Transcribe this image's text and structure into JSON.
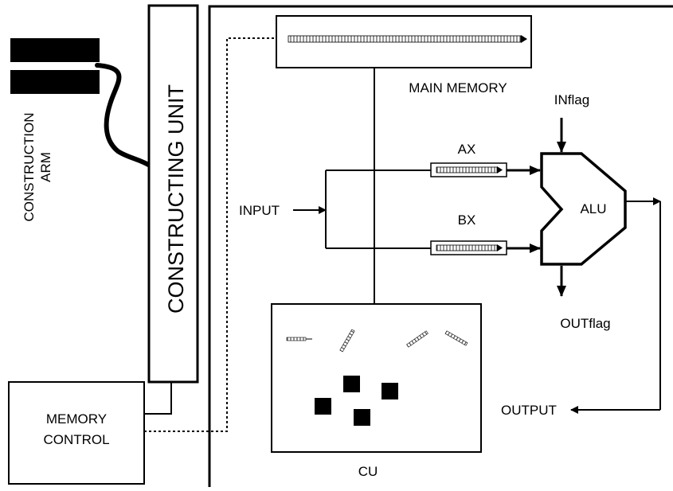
{
  "labels": {
    "construction_arm_line1": "CONSTRUCTION",
    "construction_arm_line2": "ARM",
    "constructing_unit": "CONSTRUCTING UNIT",
    "memory_control_line1": "MEMORY",
    "memory_control_line2": "CONTROL",
    "main_memory": "MAIN MEMORY",
    "input": "INPUT",
    "ax": "AX",
    "bx": "BX",
    "alu": "ALU",
    "inflag": "INflag",
    "outflag": "OUTflag",
    "output": "OUTPUT",
    "cu": "CU"
  },
  "colors": {
    "stroke": "#000000",
    "background": "#ffffff"
  }
}
